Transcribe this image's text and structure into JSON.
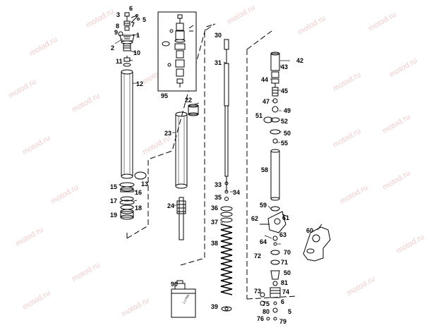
{
  "watermark": "motod.ru",
  "can_label": "1 LITRE",
  "labels": {
    "l1": "1",
    "l2": "2",
    "l3": "3",
    "l5": "5",
    "l6": "6",
    "l7": "7",
    "l8": "8",
    "l9": "9",
    "l10": "10",
    "l11": "11",
    "l12": "12",
    "l13": "13",
    "l15": "15",
    "l16": "16",
    "l17": "17",
    "l18": "18",
    "l19": "19",
    "l95": "95",
    "l22": "22",
    "l23": "23",
    "l24": "24",
    "l30": "30",
    "l31": "31",
    "l33": "33",
    "l34": "34",
    "l35": "35",
    "l36": "36",
    "l37": "37",
    "l38": "38",
    "l39": "39",
    "l42": "42",
    "l43": "43",
    "l44": "44",
    "l45": "45",
    "l47": "47",
    "l49": "49",
    "l51": "51",
    "l52": "52",
    "l50a": "50",
    "l55": "55",
    "l58": "58",
    "l59": "59",
    "l61": "61",
    "l62": "62",
    "l63": "63",
    "l60": "60",
    "l64": "64",
    "l70": "70",
    "l72": "72",
    "l71": "71",
    "l50b": "50",
    "l81": "81",
    "l73": "73",
    "l74": "74",
    "l75": "75",
    "l6b": "6",
    "l80": "80",
    "l5b": "5",
    "l76": "76",
    "l79": "79",
    "l90": "90"
  }
}
